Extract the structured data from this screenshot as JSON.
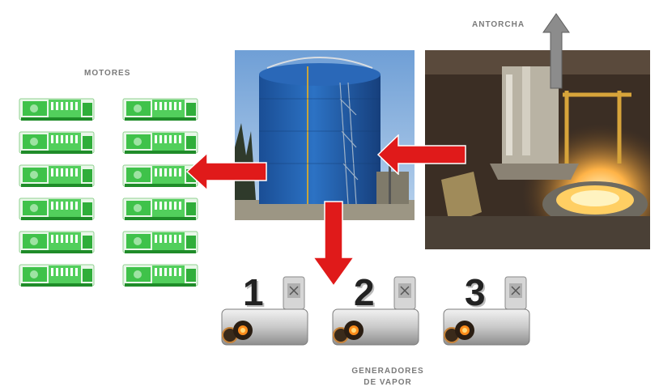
{
  "labels": {
    "motors": "MOTORES",
    "flare": "ANTORCHA",
    "steam_generators_line1": "GENERADORES",
    "steam_generators_line2": "DE VAPOR"
  },
  "boilers": [
    {
      "number": "1"
    },
    {
      "number": "2"
    },
    {
      "number": "3"
    }
  ],
  "motors_count": 12,
  "colors": {
    "flow_arrow": "#e01a1a",
    "flare_arrow": "#8c8c8c",
    "tank": "#1f5fb0",
    "motor_green": "#3fc24a",
    "label_gray": "#7a7a7a"
  }
}
